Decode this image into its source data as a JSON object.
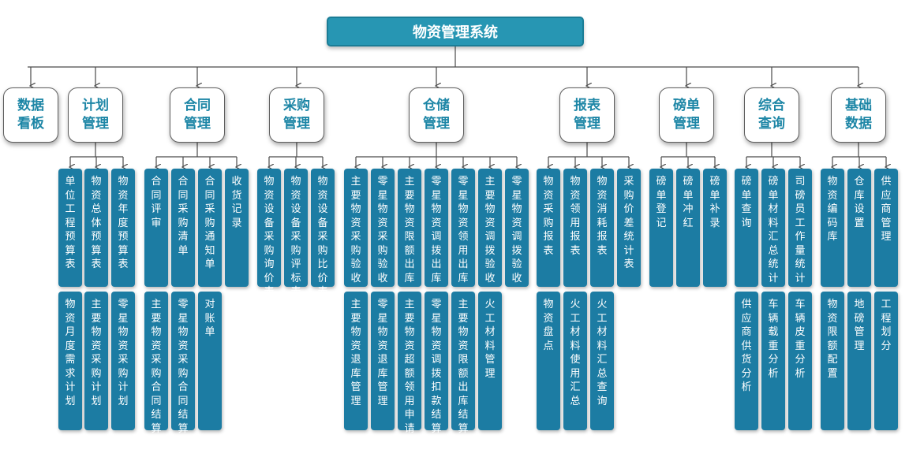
{
  "title": "物资管理系统",
  "modules": [
    {
      "id": "dashboard",
      "label": "数据看板",
      "children": []
    },
    {
      "id": "plan",
      "label": "计划管理",
      "children": [
        "单位工程预算表",
        "物资总体预算表",
        "物资年度预算表",
        "物资月度需求计划",
        "主要物资采购计划",
        "零星物资采购计划"
      ]
    },
    {
      "id": "contract",
      "label": "合同管理",
      "children": [
        "合同评审",
        "合同采购清单",
        "合同采购通知单",
        "收货记录",
        "主要物资采购合同结算",
        "零星物资采购合同结算",
        "对账单"
      ]
    },
    {
      "id": "purchase",
      "label": "采购管理",
      "children": [
        "物资设备采购询价表",
        "物资设备采购评标表",
        "物资设备采购比价表"
      ]
    },
    {
      "id": "warehouse",
      "label": "仓储管理",
      "children": [
        "主要物资采购验收",
        "零星物资采购验收",
        "主要物资限额出库",
        "零星物资调拨出库",
        "零星物资领用出库",
        "主要物资调拨验收",
        "零星物资调拨验收",
        "主要物资退库管理",
        "零星物资退库管理",
        "主要物资超额领用申请",
        "零星物资调拨扣款结算",
        "主要物资限额出库结算",
        "火工材料管理"
      ]
    },
    {
      "id": "report",
      "label": "报表管理",
      "children": [
        "物资采购报表",
        "物资领用报表",
        "物资消耗报表",
        "采购价差统计表",
        "物资盘点",
        "火工材料使用汇总",
        "火工材料汇总查询"
      ]
    },
    {
      "id": "weighbill",
      "label": "磅单管理",
      "children": [
        "磅单登记",
        "磅单冲红",
        "磅单补录"
      ]
    },
    {
      "id": "query",
      "label": "综合查询",
      "children": [
        "磅单查询",
        "磅单材料汇总统计",
        "司磅员工作量统计",
        "供应商供货分析",
        "车辆载重分析",
        "车辆皮重分析"
      ]
    },
    {
      "id": "basedata",
      "label": "基础数据",
      "children": [
        "物资编码库",
        "仓库设置",
        "供应商管理",
        "物资限额配置",
        "地磅管理",
        "工程划分"
      ]
    }
  ],
  "colors": {
    "root_fill": "#2796b3",
    "module_text": "#1d86a6",
    "leaf_fill": "#1c7ca3",
    "connector": "#4a4a4a"
  }
}
